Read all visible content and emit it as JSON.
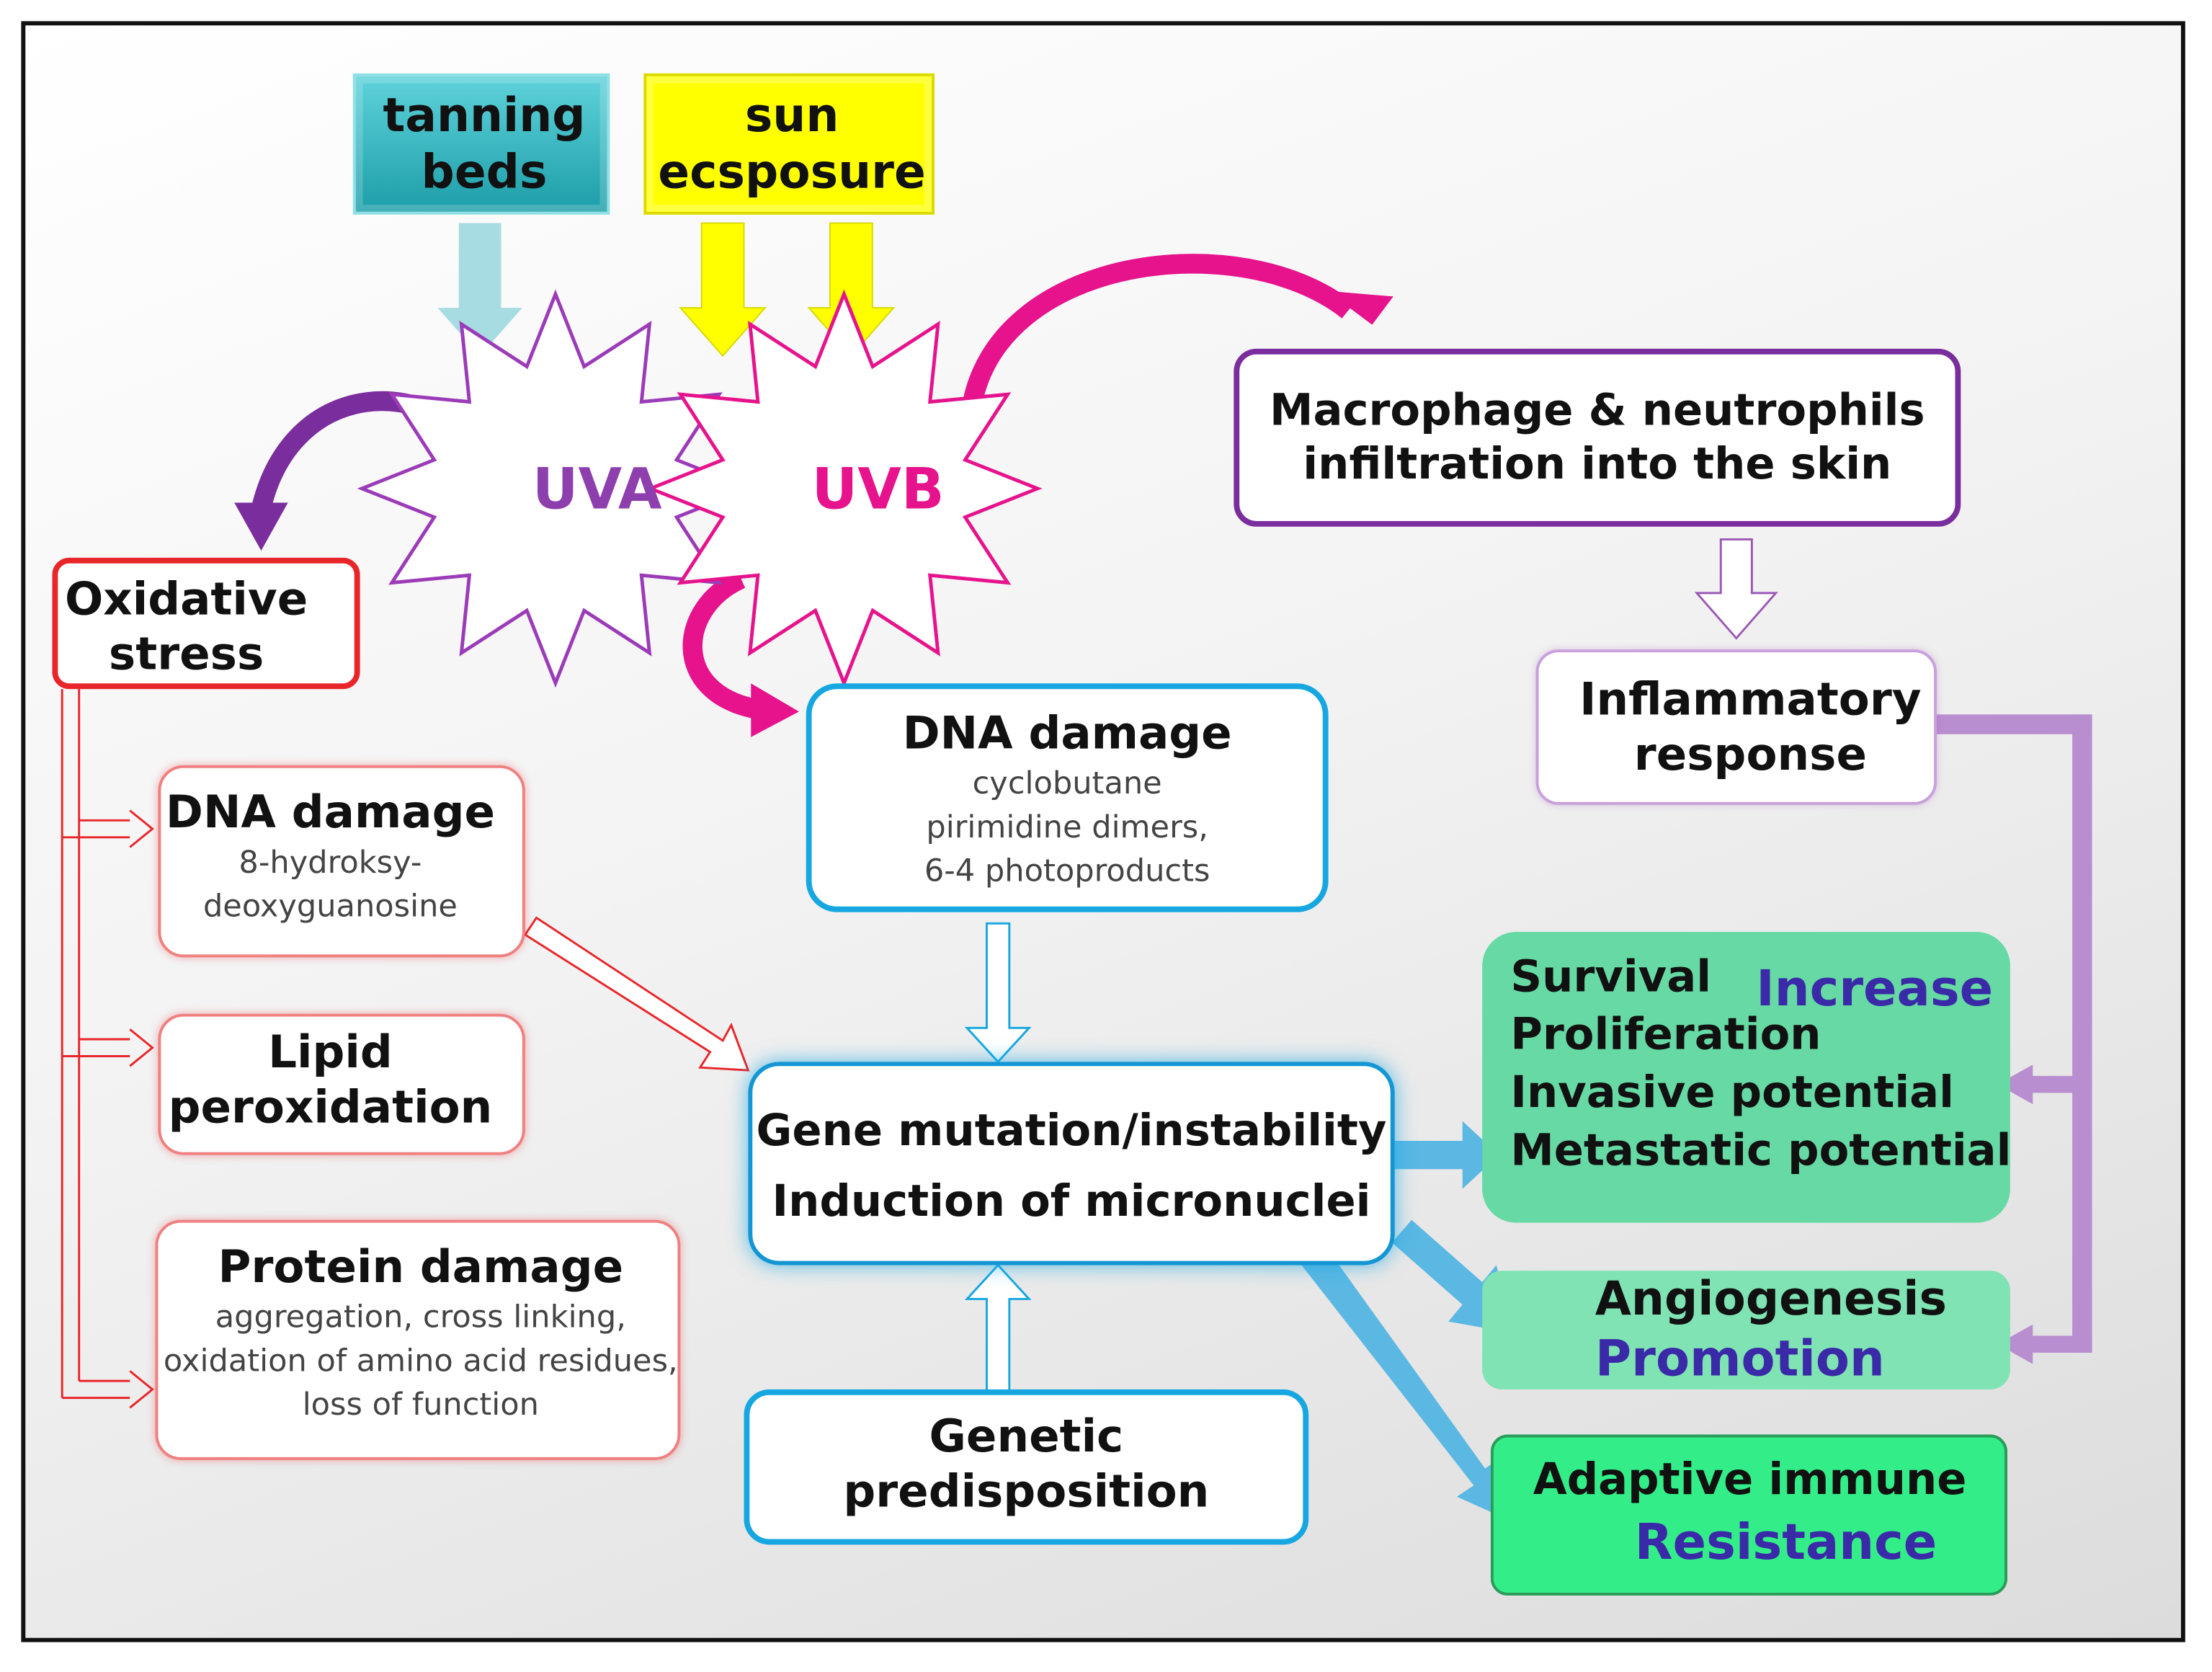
{
  "sources": {
    "tanning": [
      "tanning",
      "beds"
    ],
    "sun": [
      "sun",
      "ecsposure"
    ]
  },
  "stars": {
    "uva": "UVA",
    "uvb": "UVB"
  },
  "oxidative": [
    "Oxidative",
    "stress"
  ],
  "left": {
    "dna": {
      "title": "DNA damage",
      "sub": [
        "8-hydroksy-",
        "deoxyguanosine"
      ]
    },
    "lipid": [
      "Lipid",
      "peroxidation"
    ],
    "protein": {
      "title": "Protein damage",
      "sub": [
        "aggregation, cross linking,",
        "oxidation of amino acid residues,",
        "loss of function"
      ]
    }
  },
  "center": {
    "dna": {
      "title": "DNA damage",
      "sub": [
        "cyclobutane",
        "pirimidine dimers,",
        "6-4 photoproducts"
      ]
    },
    "gene": [
      "Gene mutation/instability",
      "Induction of micronuclei"
    ],
    "genetic": [
      "Genetic",
      "predisposition"
    ]
  },
  "right": {
    "macrophage": [
      "Macrophage & neutrophils",
      "infiltration into the skin"
    ],
    "inflammatory": [
      "Inflammatory",
      "response"
    ],
    "survival": {
      "items": [
        "Survival",
        "Proliferation",
        "Invasive potential",
        "Metastatic potential"
      ],
      "tag": "Increase"
    },
    "angio": {
      "title": "Angiogenesis",
      "tag": "Promotion"
    },
    "immune": {
      "title": "Adaptive immune",
      "tag": "Resistance"
    }
  },
  "colors": {
    "teal": "#2cb5c0",
    "yellow": "#ffff00",
    "purple": "#7a2d9c",
    "magenta": "#e6138c",
    "red": "#e8262a",
    "blue": "#17a7e0",
    "navy": "#3a2aa8",
    "green": "#66d9a4",
    "green_bright": "#33ee88"
  }
}
